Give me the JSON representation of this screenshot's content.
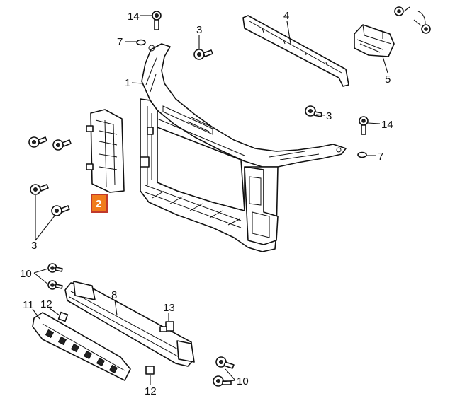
{
  "diagram": {
    "highlight_color": "#f07c1c",
    "highlight_border": "#c0392b",
    "callouts": {
      "c14a": "14",
      "c7a": "7",
      "c3a": "3",
      "c4": "4",
      "c5": "5",
      "c1": "1",
      "c3b": "3",
      "c14b": "14",
      "c7b": "7",
      "c2": "2",
      "c3c": "3",
      "c10a": "10",
      "c8": "8",
      "c11": "11",
      "c12a": "12",
      "c13": "13",
      "c12b": "12",
      "c10b": "10"
    }
  }
}
